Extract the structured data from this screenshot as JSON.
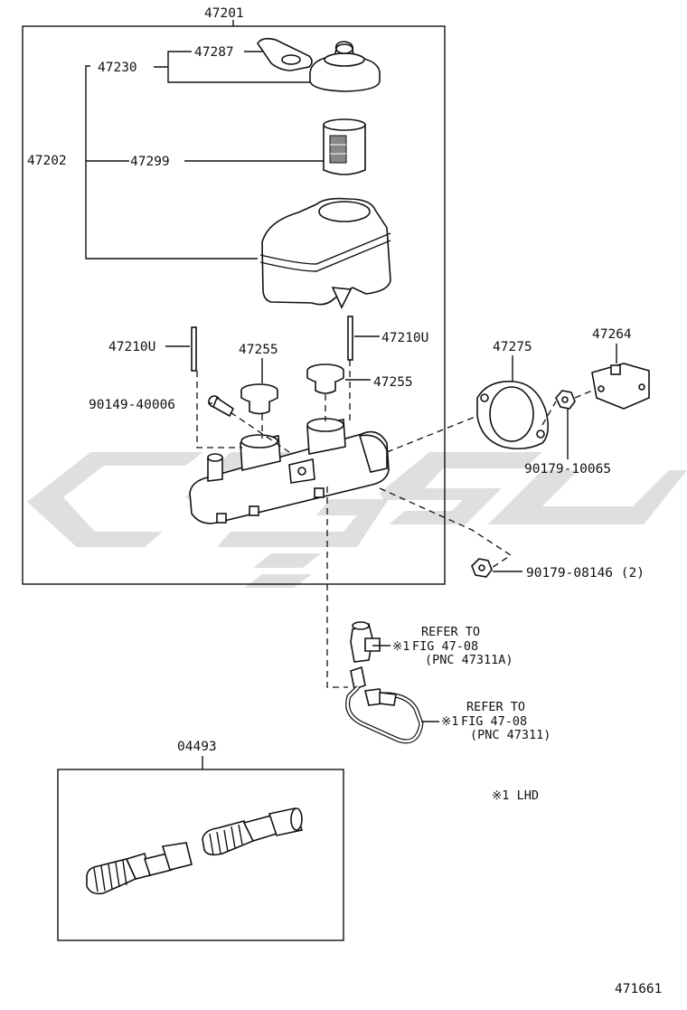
{
  "diagram": {
    "part_numbers": {
      "master_cylinder_assy": "47201",
      "reservoir_sub_assy": "47202",
      "reservoir_cap": "47230",
      "cap_plate": "47287",
      "strainer": "47299",
      "pin_left": "47210U",
      "pin_right": "47210U",
      "grommet_left": "47255",
      "grommet_right": "47255",
      "screw": "90149-40006",
      "gasket": "47275",
      "bracket": "47264",
      "nut_bracket": "90179-10065",
      "nut_mount": "90179-08146 (2)",
      "repair_kit": "04493"
    },
    "references": [
      {
        "marker": "※1",
        "line1": "REFER TO",
        "line2": "FIG 47-08",
        "line3": "(PNC  47311A)"
      },
      {
        "marker": "※1",
        "line1": "REFER TO",
        "line2": "FIG 47-08",
        "line3": "(PNC  47311)"
      }
    ],
    "footnote": "※1  LHD",
    "figure_id": "471661"
  }
}
